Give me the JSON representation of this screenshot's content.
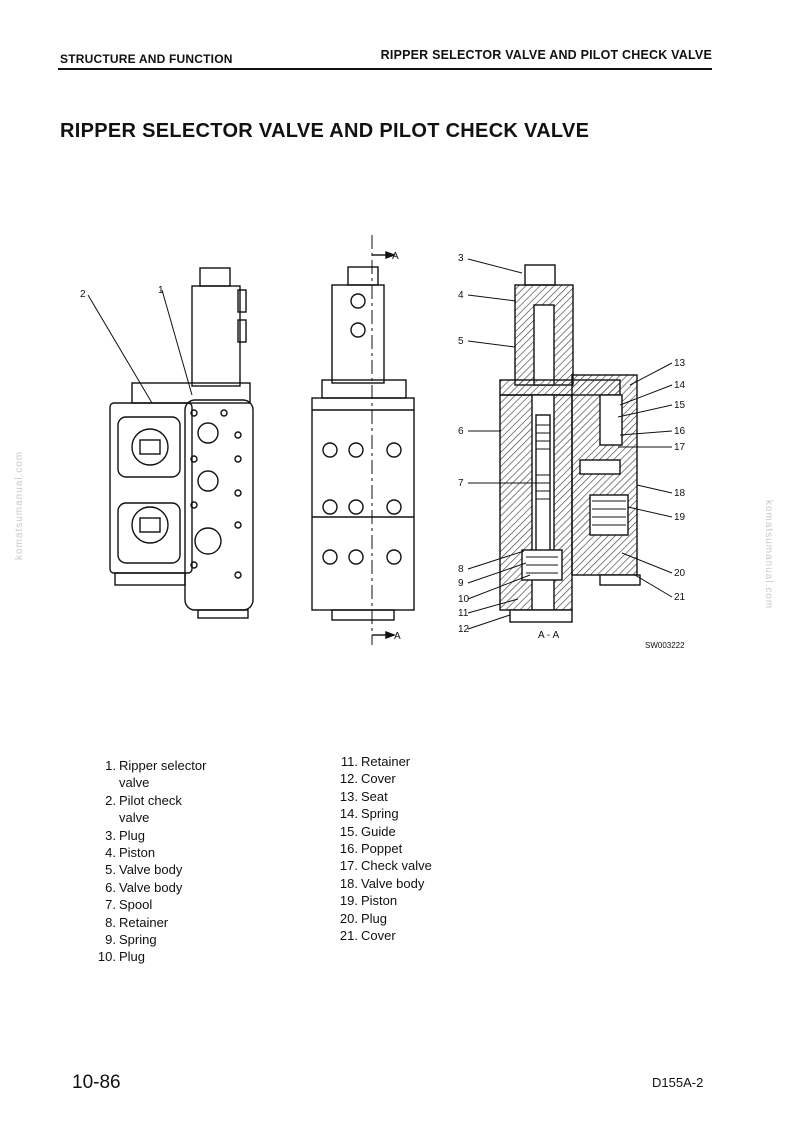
{
  "header": {
    "section": "STRUCTURE AND FUNCTION",
    "topic": "RIPPER SELECTOR VALVE AND PILOT CHECK VALVE"
  },
  "title": "RIPPER SELECTOR VALVE AND PILOT CHECK VALVE",
  "figure": {
    "section_marker": "A",
    "section_caption": "A - A",
    "code": "SW003222",
    "callouts": [
      "1",
      "2",
      "3",
      "4",
      "5",
      "6",
      "7",
      "8",
      "9",
      "10",
      "11",
      "12",
      "13",
      "14",
      "15",
      "16",
      "17",
      "18",
      "19",
      "20",
      "21"
    ]
  },
  "legend": {
    "left": [
      {
        "num": "1.",
        "label": "Ripper selector"
      },
      {
        "num": "",
        "label": "valve"
      },
      {
        "num": "2.",
        "label": "Pilot check"
      },
      {
        "num": "",
        "label": "valve"
      },
      {
        "num": "3.",
        "label": "Plug"
      },
      {
        "num": "4.",
        "label": "Piston"
      },
      {
        "num": "5.",
        "label": "Valve body"
      },
      {
        "num": "6.",
        "label": "Valve body"
      },
      {
        "num": "7.",
        "label": "Spool"
      },
      {
        "num": "8.",
        "label": "Retainer"
      },
      {
        "num": "9.",
        "label": "Spring"
      },
      {
        "num": "10.",
        "label": "Plug"
      }
    ],
    "right": [
      {
        "num": "11.",
        "label": "Retainer"
      },
      {
        "num": "12.",
        "label": "Cover"
      },
      {
        "num": "13.",
        "label": "Seat"
      },
      {
        "num": "14.",
        "label": "Spring"
      },
      {
        "num": "15.",
        "label": "Guide"
      },
      {
        "num": "16.",
        "label": "Poppet"
      },
      {
        "num": "17.",
        "label": "Check valve"
      },
      {
        "num": "18.",
        "label": "Valve body"
      },
      {
        "num": "19.",
        "label": "Piston"
      },
      {
        "num": "20.",
        "label": "Plug"
      },
      {
        "num": "21.",
        "label": "Cover"
      }
    ]
  },
  "footer": {
    "page": "10-86",
    "model": "D155A-2"
  },
  "watermark": "komatsumanual.com"
}
